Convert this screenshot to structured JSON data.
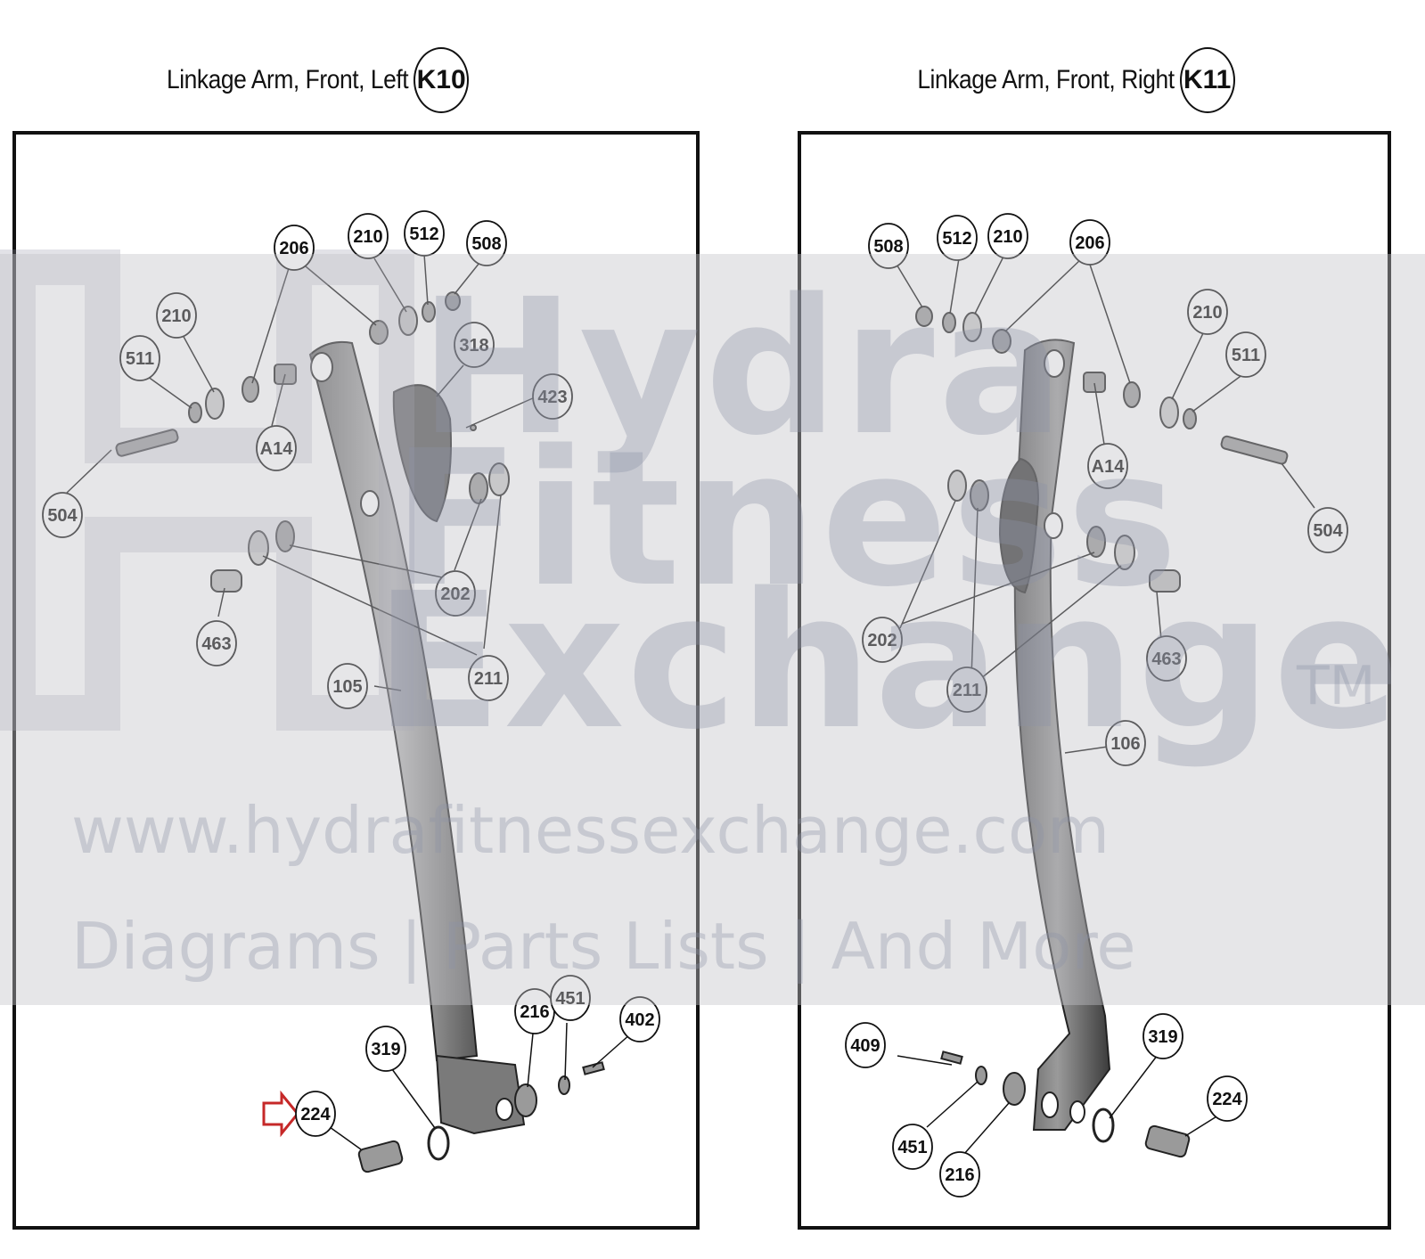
{
  "left_panel": {
    "title": "Linkage Arm, Front, Left",
    "code": "K10"
  },
  "right_panel": {
    "title": "Linkage Arm, Front, Right",
    "code": "K11"
  },
  "watermark": {
    "brand_line_1": "Hydra",
    "brand_line_2": "Fitness",
    "brand_line_3": "Exchange",
    "tm": "TM",
    "url": "www.hydrafitnessexchange.com",
    "tagline": "Diagrams | Parts Lists | And More"
  },
  "callouts_left": {
    "c206": "206",
    "c210a": "210",
    "c512": "512",
    "c508": "508",
    "c210b": "210",
    "c511": "511",
    "c318": "318",
    "c423": "423",
    "cA14": "A14",
    "c504": "504",
    "c202": "202",
    "c463": "463",
    "c105": "105",
    "c211": "211",
    "c216": "216",
    "c451": "451",
    "c402": "402",
    "c319": "319",
    "c224": "224"
  },
  "callouts_right": {
    "c508": "508",
    "c512": "512",
    "c210a": "210",
    "c206": "206",
    "c210b": "210",
    "c511": "511",
    "cA14": "A14",
    "c504": "504",
    "c202": "202",
    "c463": "463",
    "c211": "211",
    "c106": "106",
    "c409": "409",
    "c319": "319",
    "c224": "224",
    "c451": "451",
    "c216": "216"
  },
  "colors": {
    "highlight_arrow": "#c62828",
    "line": "#111111",
    "part_fill": "#8a8a8a"
  }
}
